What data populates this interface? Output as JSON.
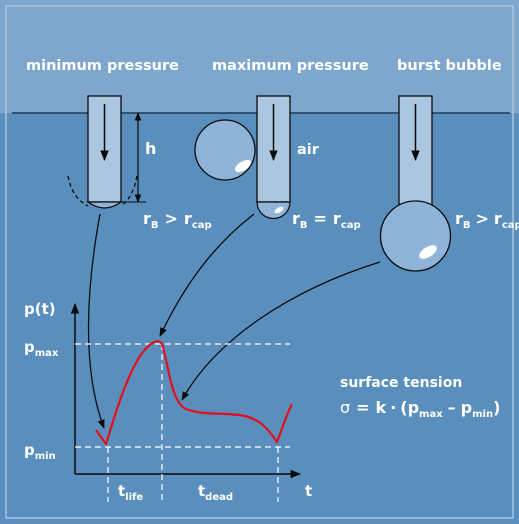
{
  "captions": {
    "min": "minimum pressure",
    "max": "maximum pressure",
    "burst": "burst bubble"
  },
  "labels": {
    "h": "h",
    "air": "air",
    "r": "r",
    "B": "B",
    "cap": "cap",
    "gt": ">",
    "eq": "="
  },
  "graph": {
    "p_of_t": "p(t)",
    "p": "p",
    "max": "max",
    "min": "min",
    "t": "t",
    "life": "life",
    "dead": "dead"
  },
  "formula": {
    "title": "surface tension",
    "sigma": "σ",
    "eq": "=",
    "k": "k",
    "dot": "·",
    "open": "(",
    "p": "p",
    "max": "max",
    "minus": "–",
    "min": "min",
    "close": ")"
  },
  "colors": {
    "upper_bg": "#7fa6cc",
    "water": "#5a8fbd",
    "capillary": "#aac6e0",
    "bubble": "#8fb4d8",
    "curve": "#e0101f",
    "stroke": "#0b0b0b"
  }
}
